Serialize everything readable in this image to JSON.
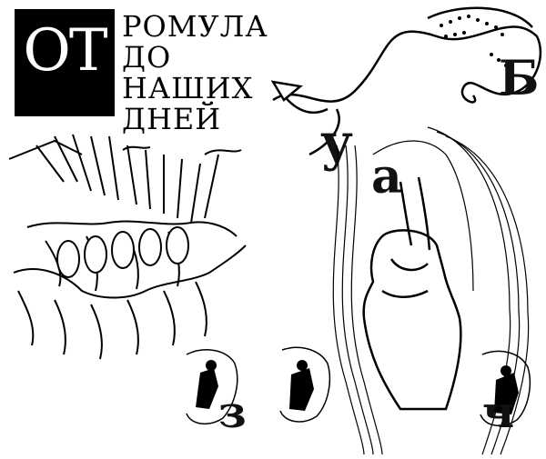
{
  "title": {
    "highlight": "ОТ",
    "lines": [
      "РОМУЛА",
      "ДО",
      "НАШИХ",
      "ДНЕЙ"
    ]
  },
  "illustration": {
    "letters": [
      "у",
      "а",
      "з",
      "ч",
      "Б"
    ]
  },
  "colors": {
    "ink": "#000000",
    "paper": "#ffffff"
  }
}
